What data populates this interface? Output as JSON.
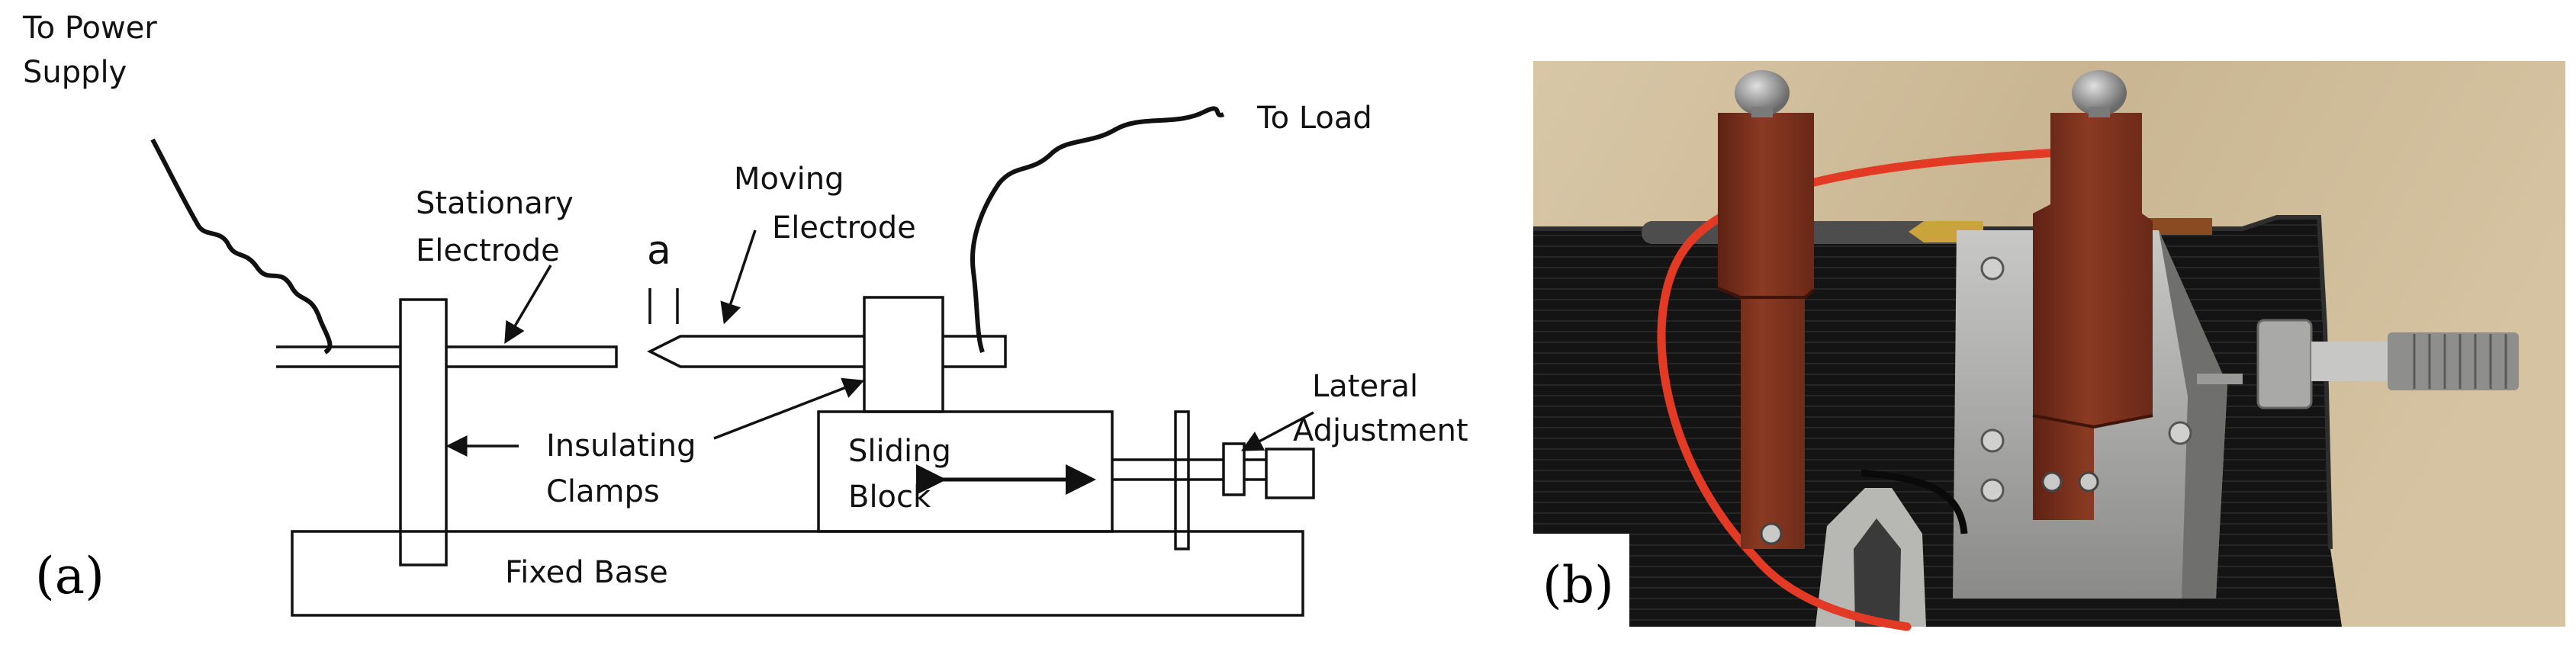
{
  "panel_a": {
    "panel_open": "(",
    "panel_letter": "a",
    "panel_close": ")",
    "labels": {
      "power_line1": "To Power",
      "power_line2": "Supply",
      "to_load": "To Load",
      "stationary_line1": "Stationary",
      "stationary_line2": "Electrode",
      "moving_line1": "Moving",
      "moving_line2": "Electrode",
      "gap": "a",
      "lateral_line1": "Lateral",
      "lateral_line2": "Adjustment",
      "insulating_line1": "Insulating",
      "insulating_line2": "Clamps",
      "sliding_line1": "Sliding",
      "sliding_line2": "Block",
      "fixed_base": "Fixed Base"
    }
  },
  "panel_b": {
    "panel_open": "(",
    "panel_letter": "b",
    "panel_close": ")"
  },
  "colors": {
    "red_wire": "#e23a24",
    "clamp_brown": "#7a2e1c",
    "mat_black": "#141414",
    "wood_background": "#cdbb9a"
  }
}
